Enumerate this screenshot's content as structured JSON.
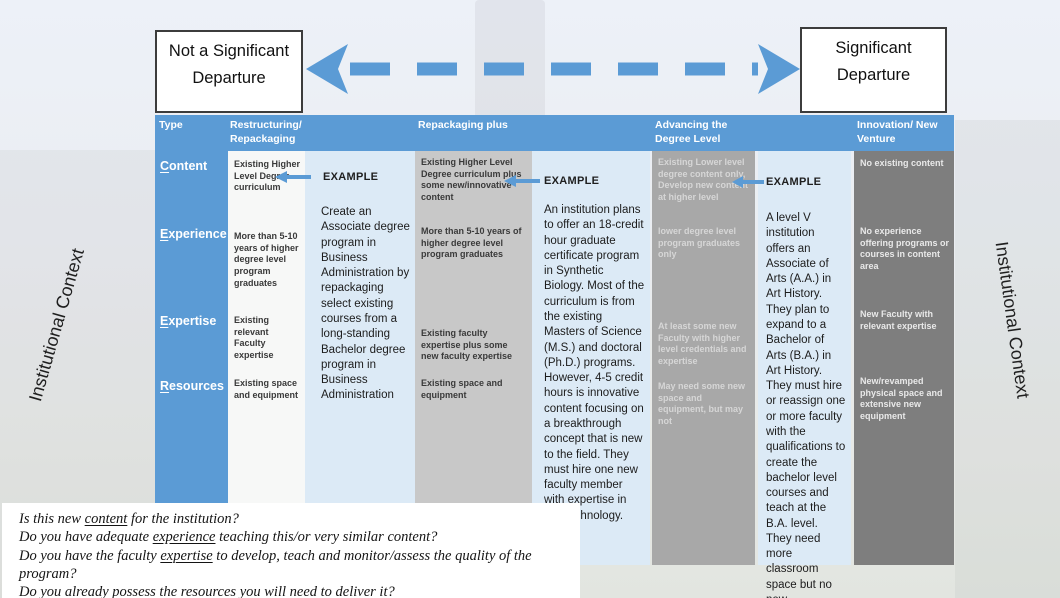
{
  "scale": {
    "left_label": "Not a Significant Departure",
    "right_label": "Significant Departure"
  },
  "sides": {
    "left_label": "Institutional Context",
    "right_label": "Institutional Context"
  },
  "table": {
    "type_header": "Type",
    "row_labels": [
      {
        "initial": "C",
        "rest": "ontent"
      },
      {
        "initial": "E",
        "rest": "xperience"
      },
      {
        "initial": "E",
        "rest": "xpertise"
      },
      {
        "initial": "R",
        "rest": "esources"
      }
    ],
    "columns": [
      {
        "header": "Restructuring/ Repackaging",
        "cells": [
          "Existing Higher Level Degree curriculum",
          "More than 5-10 years of higher degree level program graduates",
          "Existing relevant Faculty expertise",
          "Existing space and equipment"
        ]
      },
      {
        "header": "Repackaging plus",
        "cells": [
          "Existing Higher Level Degree curriculum plus some new/innovative content",
          "More than 5-10 years of higher degree level program graduates",
          "Existing faculty expertise plus some new faculty expertise",
          "Existing space and equipment"
        ]
      },
      {
        "header": "Advancing the Degree Level",
        "cells": [
          "Existing Lower level degree content only, Develop new content at higher level",
          "lower degree level program graduates only",
          "At least some new Faculty with higher level credentials and expertise",
          "May need some new space and equipment, but may not"
        ]
      },
      {
        "header": "Innovation/ New Venture",
        "cells": [
          "No existing content",
          "No experience offering programs or courses in content area",
          "New Faculty with relevant expertise",
          "New/revamped physical space and extensive new equipment"
        ]
      }
    ],
    "examples": [
      {
        "label": "EXAMPLE",
        "text": "Create an Associate degree program in Business Administration by repackaging select existing courses from a long-standing Bachelor degree program in Business Administration"
      },
      {
        "label": "EXAMPLE",
        "text": "An institution plans to offer an 18-credit hour graduate certificate program in Synthetic Biology. Most of the curriculum is from the existing Masters of Science (M.S.) and doctoral (Ph.D.) programs. However, 4-5 credit hours is innovative content focusing on a breakthrough concept that is new to the field.  They must hire one new faculty member with expertise in this technology."
      },
      {
        "label": "EXAMPLE",
        "text": "A level V institution offers an Associate of Arts (A.A.) in Art History.  They plan to expand to a Bachelor of Arts (B.A.) in Art History.  They must hire or reassign one or more faculty with the qualifications to create the bachelor level courses and teach at the B.A. level.  They need more classroom space but no new equipment."
      }
    ]
  },
  "questions": [
    {
      "pre": "Is this new ",
      "key": "content",
      "post": " for the institution?"
    },
    {
      "pre": "Do you have adequate ",
      "key": "experience",
      "post": " teaching this/or very similar content?"
    },
    {
      "pre": "Do you have the faculty ",
      "key": "expertise",
      "post": " to develop, teach and monitor/assess the quality of the program?"
    },
    {
      "pre": "Do you already possess the ",
      "key": "resources",
      "post": " you will need to deliver it?"
    }
  ],
  "colors": {
    "accent_blue": "#5B9BD5",
    "example_light_blue": "#DCEAF6",
    "col1_bg": "#F7F8F7",
    "col2_bg": "#C8C8C8",
    "col3_bg": "#A8A8A8",
    "col4_bg": "#7E7E7E",
    "header_text": "#FFFFFF"
  }
}
